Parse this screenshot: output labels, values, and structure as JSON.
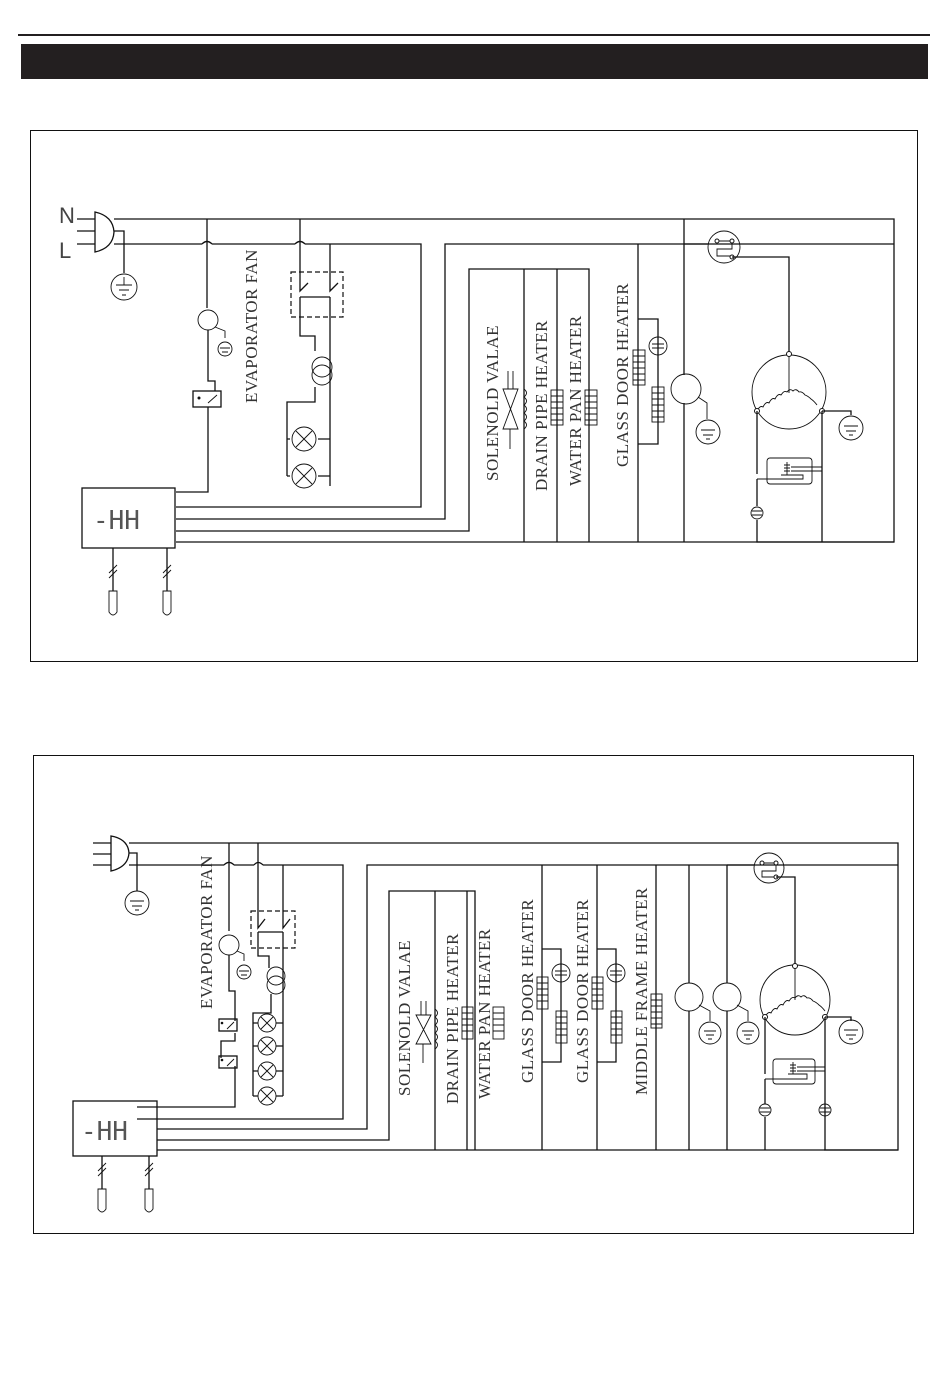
{
  "page": {
    "title": ""
  },
  "diagram_1": {
    "plug_labels": [
      "N",
      "L"
    ],
    "labels": {
      "evaporator_fan": "EVAPORATOR FAN",
      "solenoid_valve": "SOLENOLD  VALAE",
      "drain_pipe_heater": "DRAIN PIPE HEATER",
      "water_pan_heater": "WATER PAN HEATER",
      "glass_door_heater": "GLASS DOOR HEATER"
    },
    "display_readout": "-HH",
    "components": [
      "plug",
      "ground",
      "evaporator-fan-motor",
      "thermostat-switch",
      "door-switch",
      "transformer",
      "lamp",
      "lamp",
      "controller-display",
      "temperature-probe",
      "temperature-probe",
      "solenoid-valve",
      "drain-pipe-heater",
      "water-pan-heater",
      "glass-door-heater",
      "condenser-fan-motor",
      "overload-protector",
      "compressor",
      "start-relay"
    ]
  },
  "diagram_2": {
    "labels": {
      "evaporator_fan": "EVAPORATOR FAN",
      "solenoid_valve": "SOLENOLD  VALAE",
      "drain_pipe_heater": "DRAIN PIPE HEATER",
      "water_pan_heater": "WATER PAN HEATER",
      "glass_door_heater_1": "GLASS DOOR HEATER",
      "glass_door_heater_2": "GLASS DOOR HEATER",
      "middle_frame_heater": "MIDDLE FRAME HEATER"
    },
    "display_readout": "-HH",
    "components": [
      "plug",
      "ground",
      "evaporator-fan-motor",
      "thermostat-switch",
      "thermostat-switch",
      "door-switch",
      "transformer",
      "lamp",
      "lamp",
      "lamp",
      "lamp",
      "controller-display",
      "temperature-probe",
      "temperature-probe",
      "solenoid-valve",
      "drain-pipe-heater",
      "water-pan-heater",
      "glass-door-heater",
      "glass-door-heater",
      "middle-frame-heater",
      "condenser-fan-motor",
      "condenser-fan-motor",
      "overload-protector",
      "compressor",
      "start-relay"
    ]
  }
}
